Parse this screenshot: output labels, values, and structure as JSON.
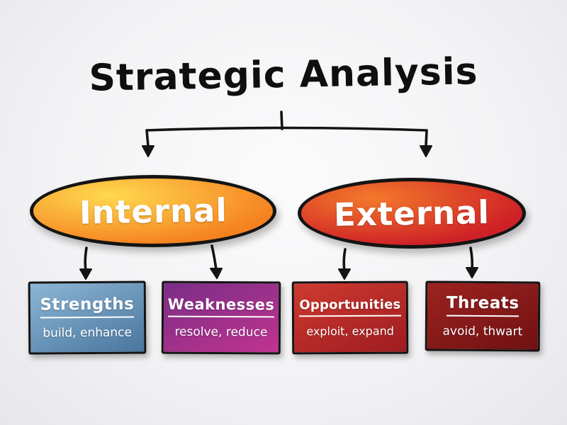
{
  "title": {
    "text": "Strategic Analysis"
  },
  "branches": [
    {
      "label": "Internal",
      "color_top": "#ffd94f",
      "color_bottom": "#f58220",
      "outline": "#141414"
    },
    {
      "label": "External",
      "color_top": "#f4792a",
      "color_bottom": "#ce2027",
      "outline": "#141414"
    }
  ],
  "boxes": [
    {
      "heading": "Strengths",
      "subtitle": "build, enhance",
      "color_top": "#8db6d5",
      "color_bottom": "#49769f"
    },
    {
      "heading": "Weaknesses",
      "subtitle": "resolve, reduce",
      "color_top": "#7a2e87",
      "color_bottom": "#c0338f"
    },
    {
      "heading": "Opportunities",
      "subtitle": "exploit, expand",
      "color_top": "#ce3a30",
      "color_bottom": "#9e1c20"
    },
    {
      "heading": "Threats",
      "subtitle": "avoid, thwart",
      "color_top": "#9c2320",
      "color_bottom": "#701113"
    }
  ],
  "connector_color": "#141414",
  "background": {
    "outer": "#e7e7ea",
    "inner": "#fbfbfc"
  }
}
